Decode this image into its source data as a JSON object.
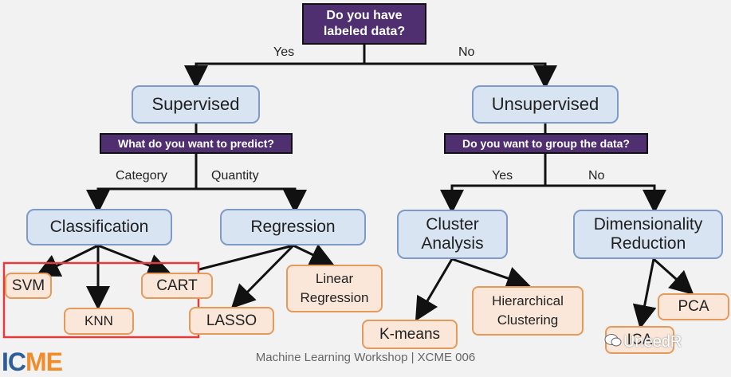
{
  "root_question": "Do you have labeled data?",
  "yes": "Yes",
  "no": "No",
  "supervised": "Supervised",
  "unsupervised": "Unsupervised",
  "supervised_question": "What do you want to predict?",
  "unsupervised_question": "Do you want to group the data?",
  "category": "Category",
  "quantity": "Quantity",
  "group_yes": "Yes",
  "group_no": "No",
  "classification": "Classification",
  "regression": "Regression",
  "cluster_analysis": "Cluster Analysis",
  "dimensionality_reduction": "Dimensionality Reduction",
  "svm": "SVM",
  "knn": "KNN",
  "cart": "CART",
  "lasso": "LASSO",
  "linear_regression": "Linear Regression",
  "kmeans": "K-means",
  "hierarchical_clustering": "Hierarchical Clustering",
  "pca": "PCA",
  "ica_partial": "ICA",
  "footer": "Machine Learning Workshop | XCME 006",
  "logo_part1": "IC",
  "logo_part2": "ME",
  "watermark": "UneedR",
  "colors": {
    "question_bg": "#4f2f6f",
    "main_bg": "#d9e4f2",
    "leaf_bg": "#fbe7d9",
    "leaf_border": "#e69a5a",
    "highlight": "#e23b3b"
  }
}
